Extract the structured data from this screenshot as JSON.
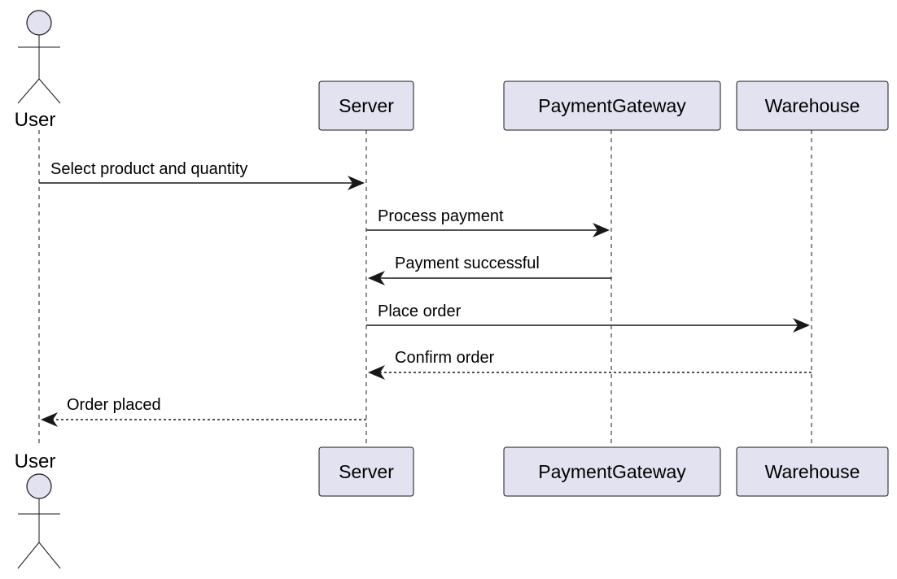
{
  "participants": {
    "user": {
      "label": "User",
      "kind": "actor"
    },
    "server": {
      "label": "Server",
      "kind": "participant"
    },
    "gateway": {
      "label": "PaymentGateway",
      "kind": "participant"
    },
    "warehouse": {
      "label": "Warehouse",
      "kind": "participant"
    }
  },
  "messages": [
    {
      "from": "user",
      "to": "server",
      "label": "Select product and quantity",
      "style": "solid"
    },
    {
      "from": "server",
      "to": "gateway",
      "label": "Process payment",
      "style": "solid"
    },
    {
      "from": "gateway",
      "to": "server",
      "label": "Payment successful",
      "style": "solid"
    },
    {
      "from": "server",
      "to": "warehouse",
      "label": "Place order",
      "style": "solid"
    },
    {
      "from": "warehouse",
      "to": "server",
      "label": "Confirm order",
      "style": "dashed"
    },
    {
      "from": "server",
      "to": "user",
      "label": "Order placed",
      "style": "dashed"
    }
  ],
  "colors": {
    "participant_fill": "#e2e2f0",
    "line": "#181818",
    "background": "#ffffff"
  }
}
